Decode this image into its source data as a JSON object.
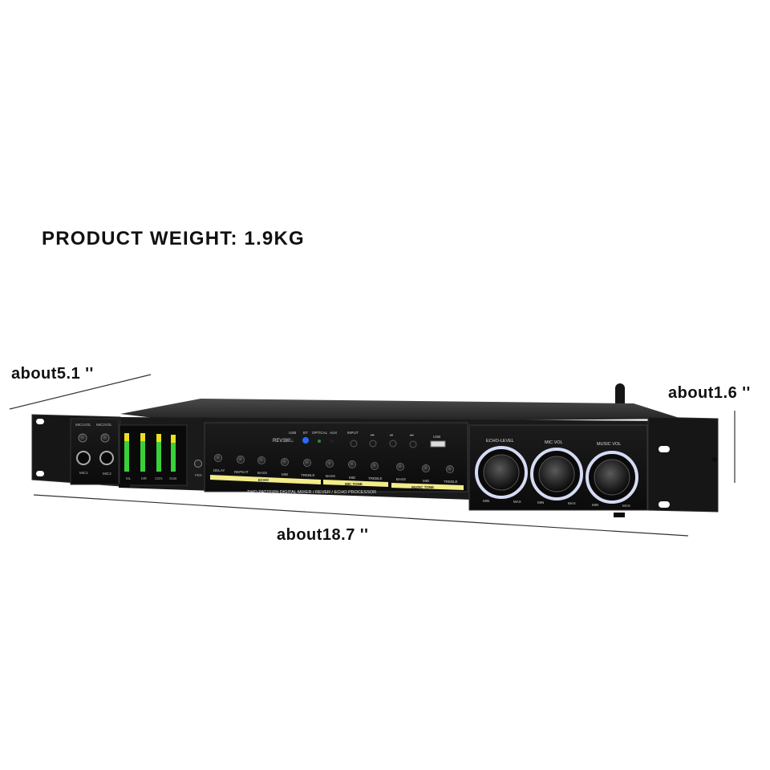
{
  "headline": "PRODUCT WEIGHT: 1.9KG",
  "dimensions": {
    "depth": "about5.1 ''",
    "height": "about1.6 ''",
    "width": "about18.7 ''"
  },
  "device": {
    "model": "REV3800",
    "mic_labels": [
      "MIC1VOL",
      "MIC2VOL",
      "MIC1",
      "MIC2"
    ],
    "meter_labels": [
      "ML",
      "MR",
      "CEN",
      "SUB"
    ],
    "side_button": "FBX",
    "source_labels": [
      "USB",
      "BT",
      "OPTICAL",
      "AUX"
    ],
    "transport": [
      "INPUT",
      "⏮",
      "⏯",
      "⏭"
    ],
    "usb_port": "USB",
    "knob_labels": [
      "DELAY",
      "REPEAT",
      "BASS",
      "MID",
      "TREBLE",
      "BASS",
      "MID",
      "TREBLE",
      "BASS",
      "MID",
      "TREBLE"
    ],
    "group_labels": [
      "ECHO",
      "MIC TONE",
      "MUSIC TONE"
    ],
    "processor_caption": "TWO PATTERN DIGITAL MIXER / REVER / ECHO PROCESSOR",
    "big_knobs": [
      {
        "label": "ECHO-LEVEL",
        "min": "MIN",
        "max": "MAX"
      },
      {
        "label": "MIC VOL",
        "min": "MIN",
        "max": "MAX"
      },
      {
        "label": "MUSIC VOL",
        "min": "MIN",
        "max": "MAX"
      }
    ],
    "colors": {
      "panel": "#141414",
      "chassis": "#2a2a2a",
      "meter_green": "#39d13a",
      "meter_yellow": "#e8e020",
      "label_strip": "#f2ec8a",
      "ring_glow": "#dfe6ff",
      "bt_led": "#2a6bff"
    }
  }
}
